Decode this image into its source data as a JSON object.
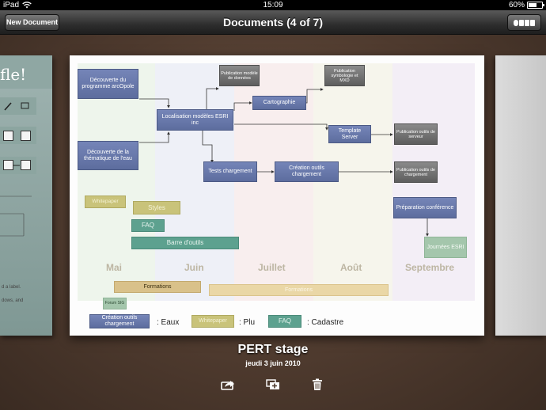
{
  "status_bar": {
    "carrier": "iPad",
    "time": "15:09",
    "battery": "60%",
    "battery_level": 0.6
  },
  "toolbar": {
    "new_document_label": "New Document",
    "title": "Documents (4 of 7)",
    "omni_button": "omni-logo-icon"
  },
  "left_preview": {
    "heading": "fle!",
    "text_line_1": "d a label.",
    "text_line_2": "dows, and"
  },
  "document": {
    "boxes": {
      "decouverte_programme": "Découverte du programme arcOpole",
      "publication_modele": "Publication modèle de données",
      "publication_symbologie": "Publication symbologie et MXD",
      "localisation": "Localisation modèles ESRI inc",
      "cartographie": "Cartographie",
      "decouverte_thematique": "Découverte de la thématique de l'eau",
      "template_server": "Template Server",
      "publication_serveur": "Publication outils de serveur",
      "tests_chargement": "Tests chargement",
      "creation_outils": "Création outils chargement",
      "publication_chargement": "Publication outils de chargement",
      "whitepaper": "Whitepaper",
      "styles": "Styles",
      "faq": "FAQ",
      "barre_outils": "Barre d'outils",
      "preparation": "Préparation conférence",
      "journees": "Journées ESRI",
      "formations_1": "Formations",
      "formations_2": "Formations",
      "forum": "Forum SIG"
    },
    "months": [
      "Mai",
      "Juin",
      "Juillet",
      "Août",
      "Septembre"
    ],
    "legend": [
      {
        "box": "Création outils chargement",
        "label": ": Eaux"
      },
      {
        "box": "Whitepaper",
        "label": ": Plu"
      },
      {
        "box": "FAQ",
        "label": ": Cadastre"
      }
    ]
  },
  "document_info": {
    "title": "PERT stage",
    "date": "jeudi 3 juin 2010"
  },
  "actions": [
    "share-icon",
    "duplicate-icon",
    "trash-icon"
  ]
}
